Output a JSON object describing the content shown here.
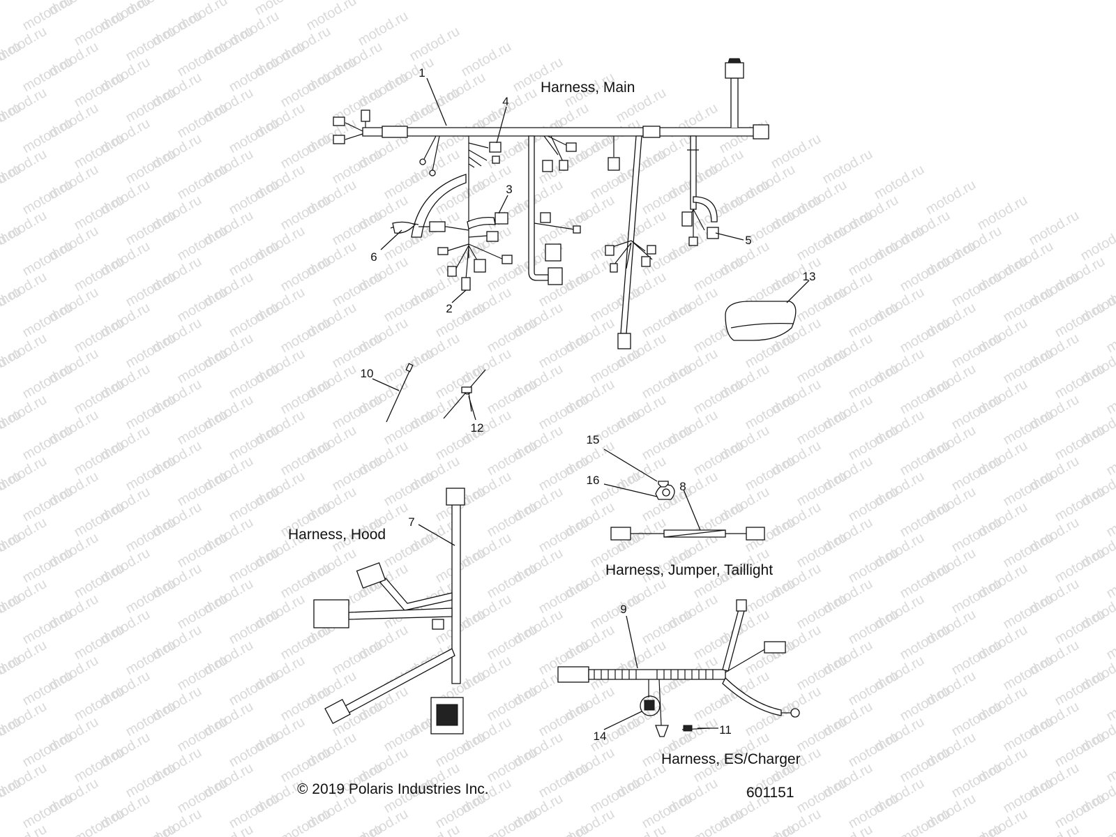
{
  "watermark": {
    "text": "motod.ru",
    "color": "#d9d9d9"
  },
  "titles": {
    "main": "Harness, Main",
    "hood": "Harness, Hood",
    "taillight": "Harness, Jumper, Taillight",
    "charger": "Harness, ES/Charger"
  },
  "callouts": [
    "1",
    "2",
    "3",
    "4",
    "5",
    "6",
    "7",
    "8",
    "9",
    "10",
    "11",
    "12",
    "13",
    "14",
    "15",
    "16"
  ],
  "footer": {
    "copyright": "© 2019 Polaris Industries Inc.",
    "part_number": "601151"
  }
}
